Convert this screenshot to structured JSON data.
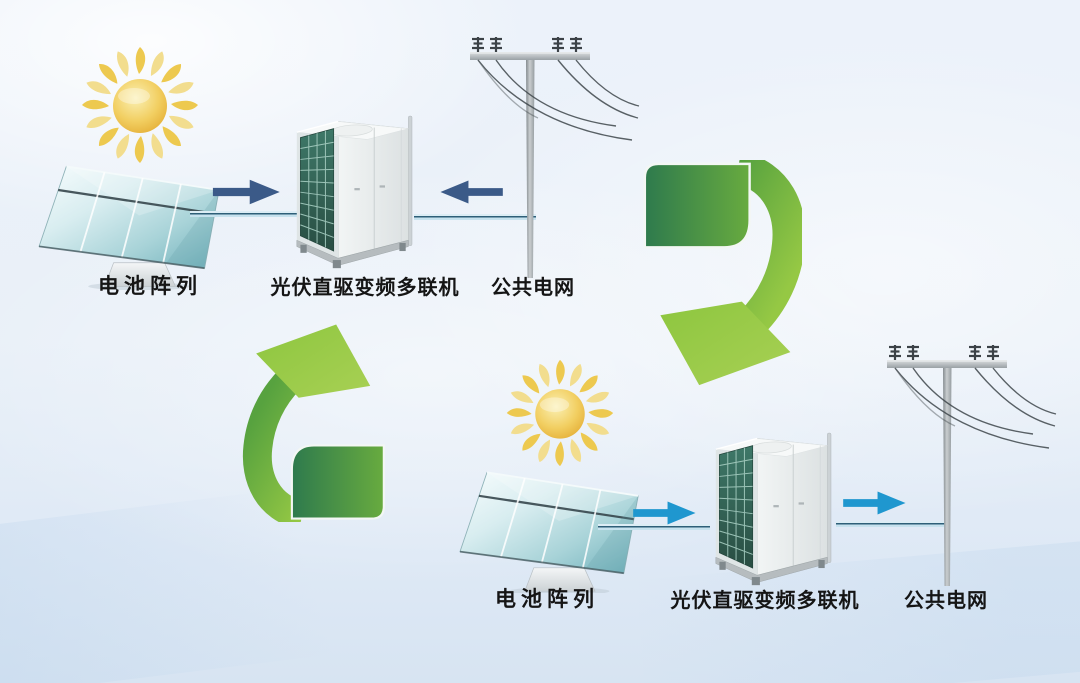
{
  "diagram": {
    "palette": {
      "sky_top": "#ecf2fa",
      "sky_bottom": "#d7e4f2",
      "navy_arrow": "#3b5a88",
      "cyan_arrow": "#1f97cf",
      "green_dark": "#2e7a4d",
      "green_light": "#8dc63f",
      "sun_gold": "#f2cf62",
      "panel_teal": "#6fb0ba",
      "wire_line": "#2e5f78",
      "label_text": "#151515"
    },
    "scenes": [
      {
        "labels": {
          "panel": "电池阵列",
          "unit": "光伏直驱变频多联机",
          "grid": "公共电网"
        }
      },
      {
        "labels": {
          "panel": "电池阵列",
          "unit": "光伏直驱变频多联机",
          "grid": "公共电网"
        }
      }
    ]
  }
}
